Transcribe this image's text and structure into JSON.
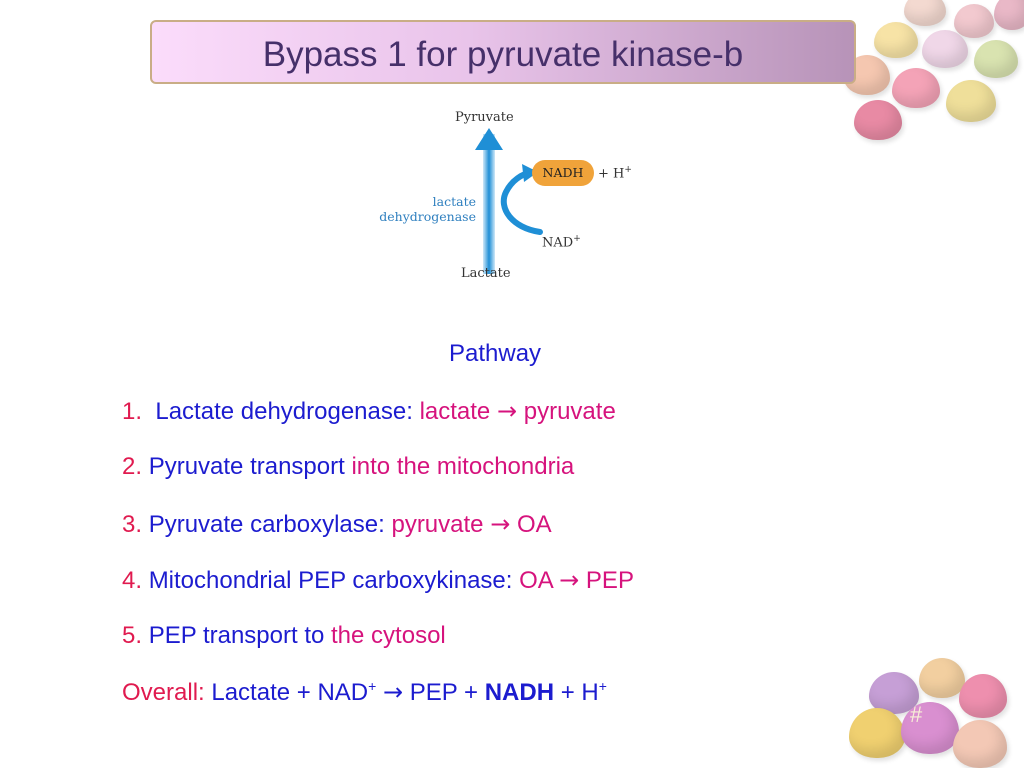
{
  "title": "Bypass 1 for pyruvate kinase-b",
  "figure": {
    "top_label": "Pyruvate",
    "bottom_label": "Lactate",
    "enzyme_line1": "lactate",
    "enzyme_line2": "dehydrogenase",
    "nadh": "NADH",
    "plus_h": "+ H",
    "sup_plus": "+",
    "nad": "NAD",
    "arrow_color": "#1f8fd6"
  },
  "pathway": {
    "heading": "Pathway",
    "arrow": "→",
    "item1": {
      "num": "1.",
      "label": "Lactate dehydrogenase:",
      "a": "lactate",
      "b": "pyruvate"
    },
    "item2": {
      "num": "2.",
      "label": "Pyruvate transport",
      "rest": "into the mitochondria"
    },
    "item3": {
      "num": "3.",
      "label": "Pyruvate carboxylase:",
      "a": "pyruvate",
      "b": "OA"
    },
    "item4": {
      "num": "4.",
      "label": "Mitochondrial PEP carboxykinase:",
      "a": "OA",
      "b": "PEP"
    },
    "item5": {
      "num": "5.",
      "label": "PEP transport to",
      "rest": "the cytosol"
    },
    "overall": {
      "label": "Overall:",
      "lactate": "Lactate + NAD",
      "sup": "+",
      "pep": "PEP +",
      "nadh": "NADH",
      "h": "+ H"
    }
  },
  "slide_number": "#",
  "colors": {
    "title_text": "#46306a",
    "body_blue": "#1c1ccf",
    "red": "#e01a4f",
    "magenta": "#d6137d"
  }
}
